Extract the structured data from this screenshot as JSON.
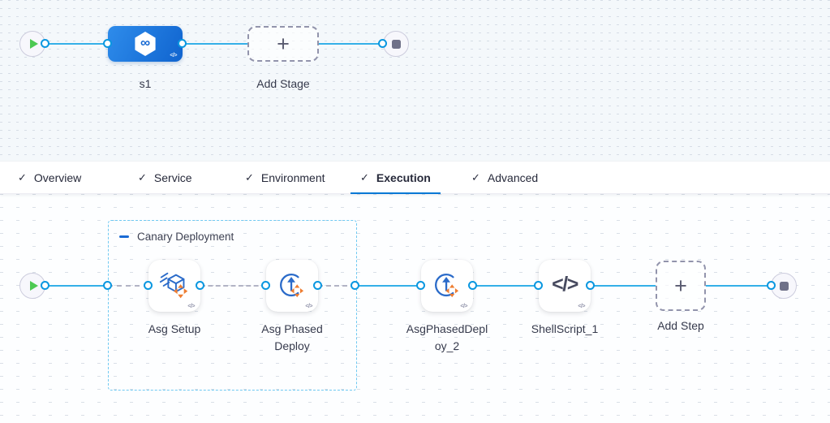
{
  "icons": {
    "check": "✓",
    "plus": "+",
    "code": "</>",
    "infinity": "∞"
  },
  "colors": {
    "accent_blue": "#0278d5",
    "wire_blue": "#35b0e8",
    "port_ring_blue": "#0a97e0",
    "stage_gradient_start": "#2e8ceb",
    "stage_gradient_end": "#1064cf",
    "play_green": "#4dc952",
    "stop_gray": "#6f7188",
    "dashed_wire_gray": "#b2b4c5",
    "group_border_blue": "#70c9f2",
    "step_icon_blue": "#2b6bc9",
    "step_icon_orange": "#ee7d31",
    "text_dark": "#26293a"
  },
  "stage_section": {
    "stages": [
      {
        "label": "s1"
      }
    ],
    "add_stage_label": "Add Stage"
  },
  "tab_bar": {
    "tabs": [
      {
        "label": "Overview",
        "checked": true,
        "active": false
      },
      {
        "label": "Service",
        "checked": true,
        "active": false
      },
      {
        "label": "Environment",
        "checked": true,
        "active": false
      },
      {
        "label": "Execution",
        "checked": true,
        "active": true
      },
      {
        "label": "Advanced",
        "checked": true,
        "active": false
      }
    ]
  },
  "execution_section": {
    "group_label": "Canary Deployment",
    "steps": [
      {
        "label": "Asg Setup",
        "icon": "asg-setup-icon"
      },
      {
        "label": "Asg Phased Deploy",
        "icon": "asg-phased-deploy-icon"
      },
      {
        "label": "AsgPhasedDeploy_2",
        "icon": "asg-phased-deploy-icon"
      },
      {
        "label": "ShellScript_1",
        "icon": "shell-script-icon"
      }
    ],
    "add_step_label": "Add Step"
  }
}
